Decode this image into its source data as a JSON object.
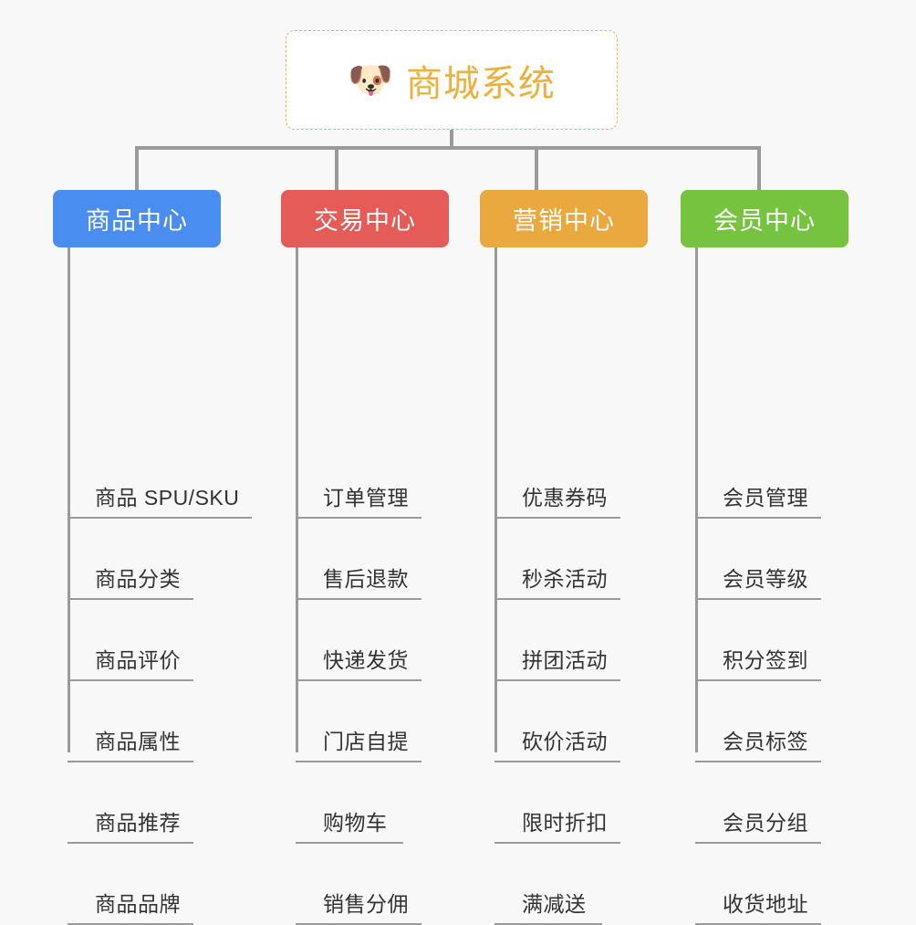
{
  "background_color": "#f8f8f8",
  "root": {
    "icon": "dog-face-emoji",
    "icon_glyph": "🐶",
    "title": "商城系统",
    "text_color": "#eeb03c",
    "border_color": "#eab44a",
    "fill_color": "#ffffff"
  },
  "connector_color": "#9a9a9a",
  "columns": [
    {
      "header": "商品中心",
      "color": "#4a8df0",
      "items": [
        "商品 SPU/SKU",
        "商品分类",
        "商品评价",
        "商品属性",
        "商品推荐",
        "商品品牌"
      ]
    },
    {
      "header": "交易中心",
      "color": "#e45b57",
      "items": [
        "订单管理",
        "售后退款",
        "快递发货",
        "门店自提",
        "购物车",
        "销售分佣"
      ]
    },
    {
      "header": "营销中心",
      "color": "#eaa93e",
      "items": [
        "优惠券码",
        "秒杀活动",
        "拼团活动",
        "砍价活动",
        "限时折扣",
        "满减送"
      ]
    },
    {
      "header": "会员中心",
      "color": "#76c33f",
      "items": [
        "会员管理",
        "会员等级",
        "积分签到",
        "会员标签",
        "会员分组",
        "收货地址"
      ]
    }
  ]
}
